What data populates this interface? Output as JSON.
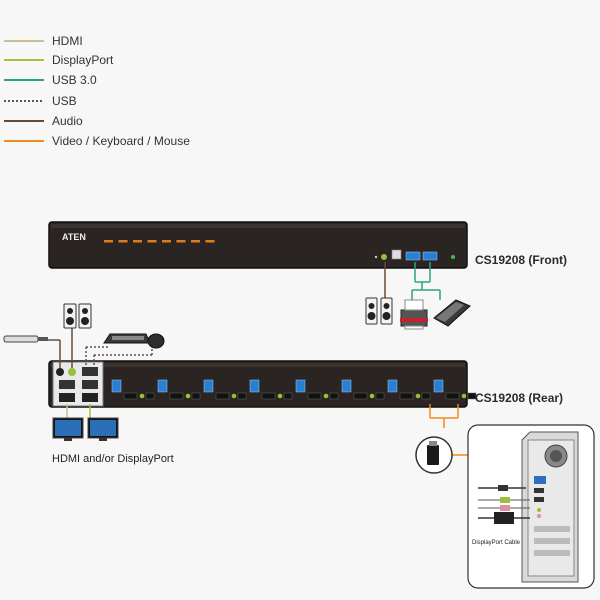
{
  "legend": [
    {
      "label": "HDMI",
      "color": "#c9bf8f",
      "style": "solid"
    },
    {
      "label": "DisplayPort",
      "color": "#a3c23a",
      "style": "solid"
    },
    {
      "label": "USB 3.0",
      "color": "#2aa57f",
      "style": "solid"
    },
    {
      "label": "USB",
      "color": "#555555",
      "style": "dotted"
    },
    {
      "label": "Audio",
      "color": "#6b4a2e",
      "style": "solid"
    },
    {
      "label": "Video / Keyboard / Mouse",
      "color": "#f08a1c",
      "style": "solid"
    }
  ],
  "front_unit": {
    "brand": "ATEN",
    "label": "CS19208 (Front)"
  },
  "rear_unit": {
    "label": "CS19208 (Rear)",
    "port_count": 8
  },
  "monitors_caption": "HDMI and/or DisplayPort",
  "computer_cable_label": "DisplayPort Cable",
  "colors": {
    "chassis": "#2a2522",
    "chassis_edge": "#120f0d",
    "front_led": "#e07a1e",
    "usb_blue": "#2b7fd1",
    "accent_orange": "#f08a1c"
  },
  "icons": [
    "speakers-icon",
    "printer-icon",
    "scanner-icon",
    "keyboard-icon",
    "mouse-icon",
    "monitor-icon",
    "microphone-icon",
    "usb-drive-icon",
    "pc-tower-icon"
  ]
}
